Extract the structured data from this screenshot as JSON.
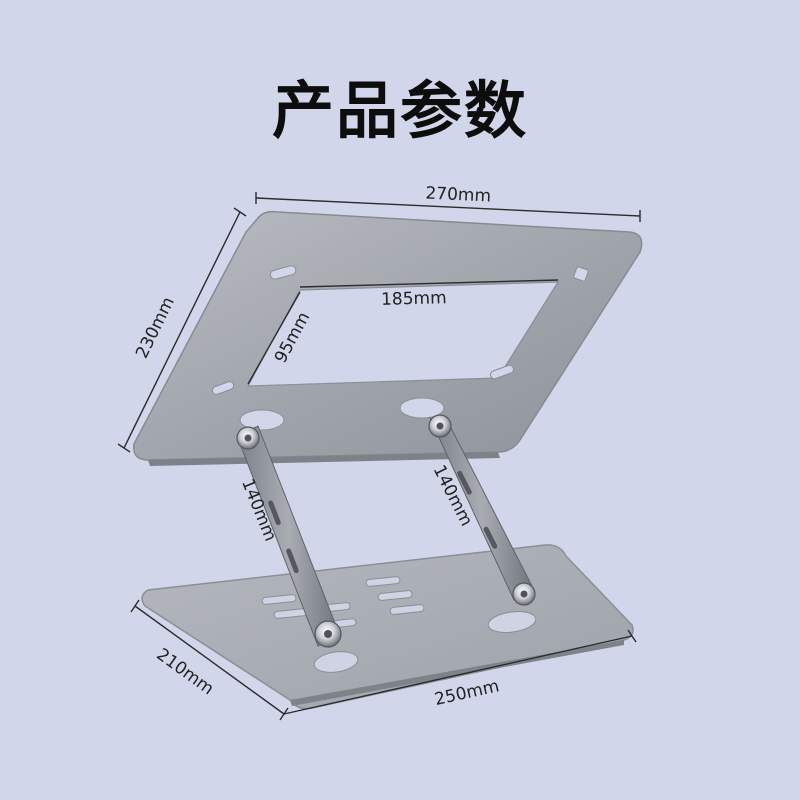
{
  "title": "产品参数",
  "dimensions": {
    "top_width": "270mm",
    "top_depth": "230mm",
    "cutout_width": "185mm",
    "cutout_height": "95mm",
    "arm_left": "140mm",
    "arm_right": "140mm",
    "base_depth": "210mm",
    "base_width": "250mm"
  },
  "colors": {
    "background": "#d2d6ea",
    "metal": "#a3a7ae",
    "metal_dark": "#6f737a",
    "dimension_line": "#2b2b2b"
  }
}
